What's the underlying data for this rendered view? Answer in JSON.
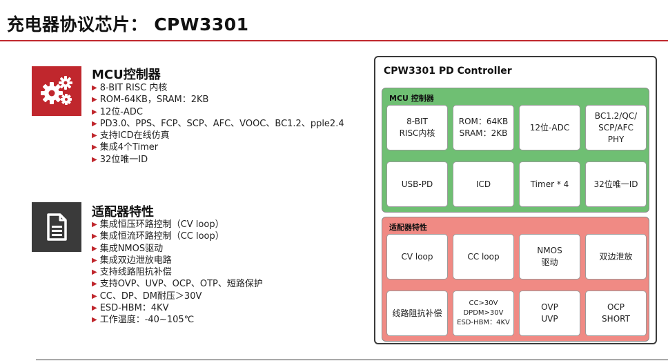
{
  "page": {
    "title": "充电器协议芯片： CPW3301"
  },
  "sections": [
    {
      "icon": "gears-icon",
      "title": "MCU控制器",
      "items": [
        "8-BIT RISC 内核",
        "ROM-64KB，SRAM：2KB",
        "12位-ADC",
        "PD3.0、PPS、FCP、SCP、AFC、VOOC、BC1.2、pple2.4",
        "支持ICD在线仿真",
        "集成4个Timer",
        "32位唯一ID"
      ]
    },
    {
      "icon": "document-icon",
      "title": "适配器特性",
      "items": [
        "集成恒压环路控制（CV loop）",
        "集成恒流环路控制（CC loop）",
        "集成NMOS驱动",
        "集成双边泄放电路",
        "支持线路阻抗补偿",
        "支持OVP、UVP、OCP、OTP、短路保护",
        "CC、DP、DM耐压＞30V",
        "ESD-HBM：4KV",
        "工作温度：-40~105℃"
      ]
    }
  ],
  "diagram": {
    "title": "CPW3301 PD Controller",
    "groups": [
      {
        "label": "MCU 控制器",
        "color": "#6fbf73",
        "cells": [
          "8-BIT\nRISC内核",
          "ROM：64KB\nSRAM：2KB",
          "12位-ADC",
          "BC1.2/QC/\nSCP/AFC\nPHY",
          "USB-PD",
          "ICD",
          "Timer * 4",
          "32位唯一ID"
        ]
      },
      {
        "label": "适配器特性",
        "color": "#f08a84",
        "cells": [
          "CV loop",
          "CC loop",
          "NMOS\n驱动",
          "双边泄放",
          "线路阻抗补偿",
          "CC>30V\nDPDM>30V\nESD-HBM：4KV",
          "OVP\nUVP",
          "OCP\nSHORT"
        ]
      }
    ]
  },
  "colors": {
    "accent_red": "#c0272d",
    "dark_icon_bg": "#3a3a3a"
  }
}
